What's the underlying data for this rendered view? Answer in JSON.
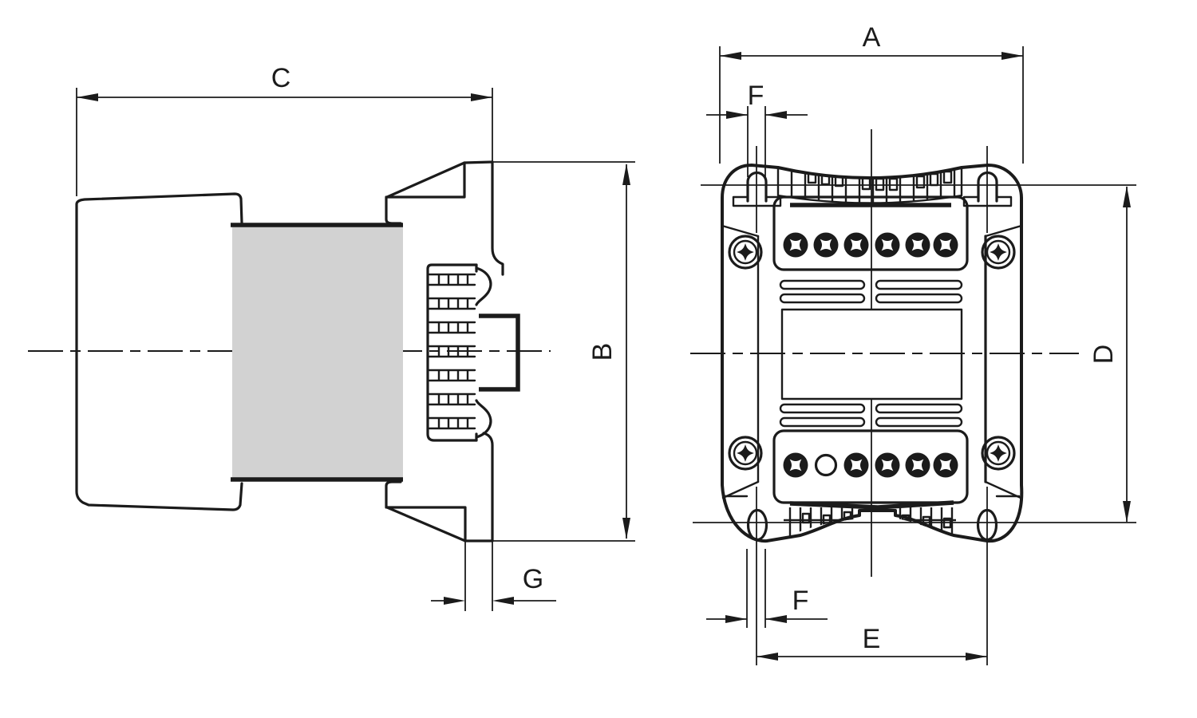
{
  "drawing": {
    "type": "technical-dimension-drawing",
    "subject": "DIN-rail mounted transformer, two orthographic views",
    "views": {
      "side_view": {
        "title": "side-view",
        "dimensions": {
          "c": "C",
          "b": "B",
          "g": "G"
        }
      },
      "front_view": {
        "title": "front-view",
        "dimensions": {
          "a": "A",
          "f_top": "F",
          "d": "D",
          "f_bottom": "F",
          "e": "E"
        }
      }
    }
  },
  "colors": {
    "line": "#1b1b1b",
    "coil_fill": "#d2d2d2",
    "background": "#ffffff"
  }
}
